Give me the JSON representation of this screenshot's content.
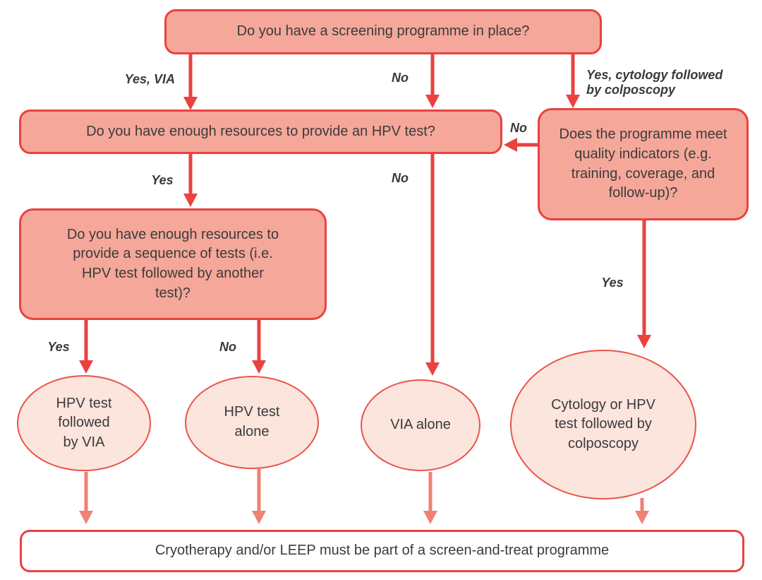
{
  "diagram": {
    "type": "flowchart",
    "topic": "Cervical cancer screen-and-treat decision flowchart"
  },
  "colors": {
    "node_fill": "#f5a79a",
    "ellipse_fill": "#fbe5dd",
    "border_red": "#e9423f",
    "ellipse_border": "#ea544b",
    "arrow_red": "#e9423f",
    "arrow_salmon": "#ef8175",
    "text": "#3b3b3b"
  },
  "nodes": {
    "start": "Do you have a screening programme in place?",
    "hpv_test": "Do you have enough resources to provide an HPV test?",
    "quality": "Does the programme meet quality indicators (e.g. training, coverage, and follow-up)?",
    "sequence": "Do you have enough resources to provide a sequence of tests (i.e. HPV test followed by another test)?",
    "hpv_via": "HPV test followed by VIA",
    "hpv_alone": "HPV test alone",
    "via_alone": "VIA alone",
    "cytology": "Cytology or HPV test followed by colposcopy",
    "treat": "Cryotherapy and/or LEEP must be part of a screen-and-treat programme"
  },
  "edge_labels": {
    "yes_via": "Yes, VIA",
    "no_top": "No",
    "yes_cytology": "Yes, cytology followed by colposcopy",
    "no_quality": "No",
    "yes_hpv": "Yes",
    "no_hpv": "No",
    "yes_quality": "Yes",
    "yes_sequence": "Yes",
    "no_sequence": "No"
  }
}
